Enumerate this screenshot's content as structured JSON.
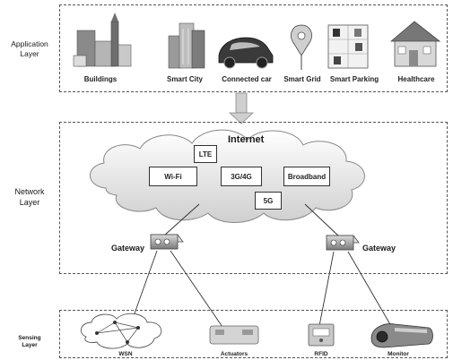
{
  "layers": {
    "application": {
      "label_line1": "Application",
      "label_line2": "Layer"
    },
    "network": {
      "label_line1": "Network",
      "label_line2": "Layer"
    },
    "sensing": {
      "label_line1": "Sensing",
      "label_line2": "Layer"
    }
  },
  "applications": [
    {
      "label": "Buildings",
      "icon": "buildings-icon"
    },
    {
      "label": "Smart City",
      "icon": "smart-city-icon"
    },
    {
      "label": "Connected car",
      "icon": "connected-car-icon"
    },
    {
      "label": "Smart Grid",
      "icon": "smart-grid-icon"
    },
    {
      "label": "Smart Parking",
      "icon": "smart-parking-icon"
    },
    {
      "label": "Healthcare",
      "icon": "healthcare-icon"
    }
  ],
  "network": {
    "cloud_title": "Internet",
    "technologies": [
      "LTE",
      "Wi-Fi",
      "3G/4G",
      "Broadband",
      "5G"
    ],
    "gateways": [
      "Gateway",
      "Gateway"
    ]
  },
  "sensing": [
    {
      "label": "WSN",
      "icon": "wsn-icon"
    },
    {
      "label": "Actuators",
      "icon": "actuators-icon"
    },
    {
      "label": "RFID",
      "icon": "rfid-icon"
    },
    {
      "label": "Monitor",
      "icon": "monitor-icon"
    }
  ]
}
